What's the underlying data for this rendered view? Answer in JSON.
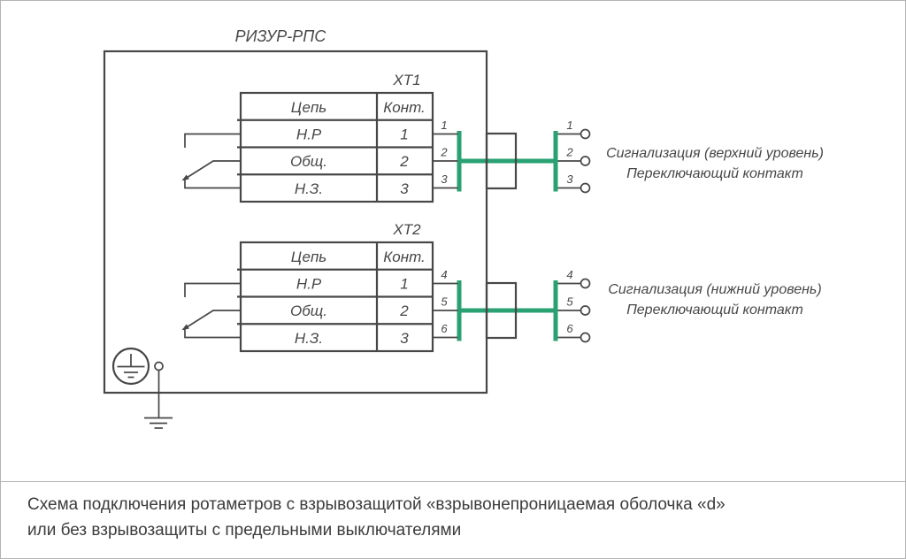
{
  "colors": {
    "wire_green": "#2aa173",
    "line_dark": "#474747",
    "text_dark": "#3c3c3c",
    "frame_gray": "#b3b3b3"
  },
  "device_title": "РИЗУР-РПС",
  "blocks": [
    {
      "connector": "XT1",
      "table": {
        "col_circuit": "Цепь",
        "col_contact": "Конт.",
        "rows": [
          {
            "circuit": "Н.Р",
            "contact": "1"
          },
          {
            "circuit": "Общ.",
            "contact": "2"
          },
          {
            "circuit": "Н.З.",
            "contact": "3"
          }
        ]
      },
      "terminals": [
        "1",
        "2",
        "3"
      ],
      "signal_line1": "Сигнализация (верхний уровень)",
      "signal_line2": "Переключающий контакт"
    },
    {
      "connector": "XT2",
      "table": {
        "col_circuit": "Цепь",
        "col_contact": "Конт.",
        "rows": [
          {
            "circuit": "Н.Р",
            "contact": "1"
          },
          {
            "circuit": "Общ.",
            "contact": "2"
          },
          {
            "circuit": "Н.З.",
            "contact": "3"
          }
        ]
      },
      "terminals": [
        "4",
        "5",
        "6"
      ],
      "signal_line1": "Сигнализация (нижний уровень)",
      "signal_line2": "Переключающий контакт"
    }
  ],
  "caption": {
    "line1": "Схема подключения ротаметров с взрывозащитой «взрывонепроницаемая оболочка «d»",
    "line2": "или без взрывозащиты с предельными выключателями"
  }
}
